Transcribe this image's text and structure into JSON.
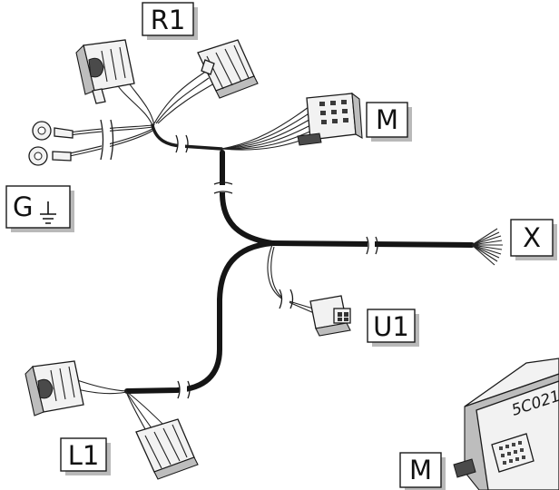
{
  "labels": {
    "r1": "R1",
    "m_top": "M",
    "g": "G",
    "x": "X",
    "u1": "U1",
    "l1": "L1",
    "m_bottom": "M"
  },
  "module": {
    "part_text": "5C021"
  },
  "icons": {
    "ground": "ground-symbol-icon"
  }
}
